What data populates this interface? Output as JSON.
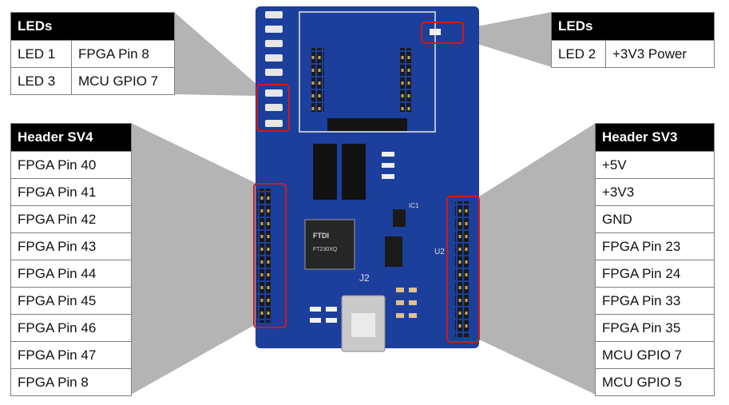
{
  "led_tables": [
    {
      "title": "LEDs",
      "rows": [
        {
          "name": "LED 1",
          "value": "FPGA Pin 8"
        },
        {
          "name": "LED 3",
          "value": "MCU GPIO 7"
        }
      ]
    },
    {
      "title": "LEDs",
      "rows": [
        {
          "name": "LED 2",
          "value": "+3V3 Power"
        }
      ]
    }
  ],
  "header_sv4": {
    "title": "Header SV4",
    "pins": [
      "FPGA Pin 40",
      "FPGA Pin 41",
      "FPGA Pin 42",
      "FPGA Pin 43",
      "FPGA Pin 44",
      "FPGA Pin 45",
      "FPGA Pin 46",
      "FPGA Pin 47",
      "FPGA Pin 8"
    ]
  },
  "header_sv3": {
    "title": "Header SV3",
    "pins": [
      "+5V",
      "+3V3",
      "GND",
      "FPGA Pin 23",
      "FPGA Pin 24",
      "FPGA Pin 33",
      "FPGA Pin 35",
      "MCU GPIO 7",
      "MCU GPIO 5"
    ]
  },
  "board_labels": {
    "connector": "J2",
    "chip_brand": "FTDI",
    "chip_model": "FT230XQ",
    "ic": "IC1",
    "regulator": "U2"
  },
  "colors": {
    "pcb": "#1c3f9c",
    "highlight": "#d01a1a",
    "callout": "#b4b4b4"
  }
}
